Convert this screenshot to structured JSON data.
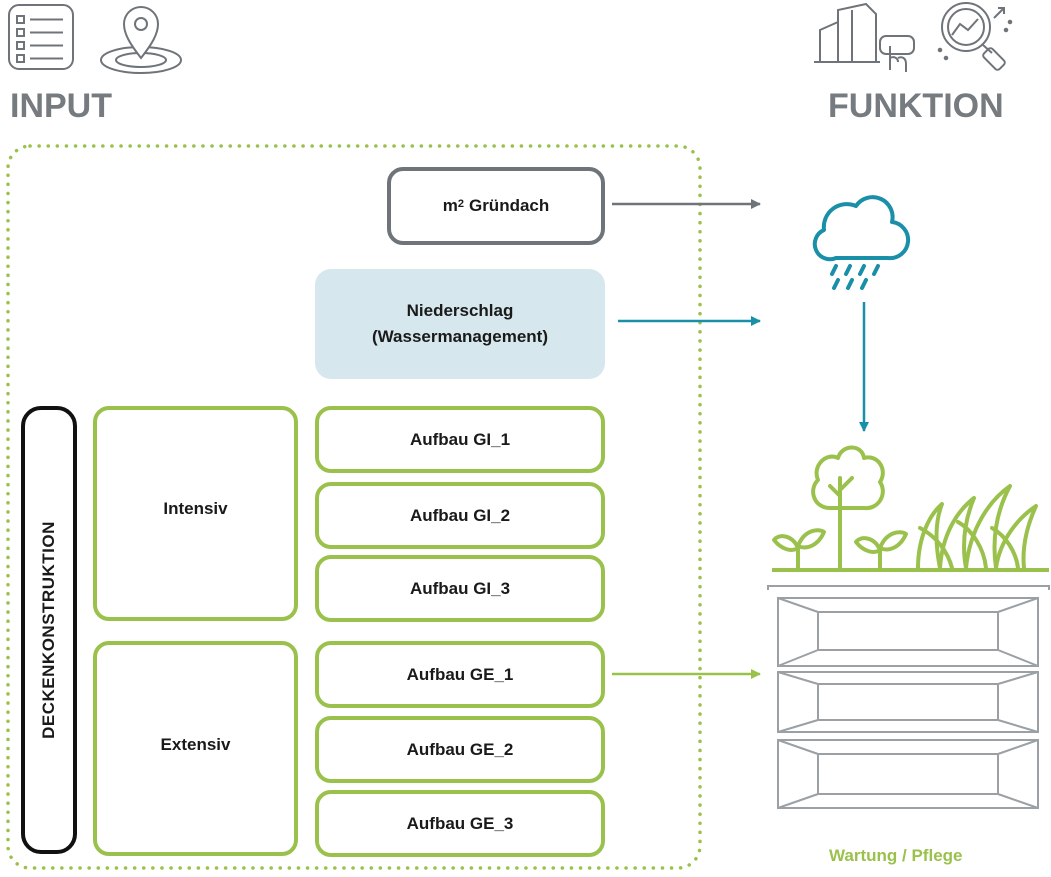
{
  "headings": {
    "input": "INPUT",
    "function": "FUNKTION"
  },
  "boxes": {
    "gruendach": {
      "unit": "m",
      "superscript": "2",
      "text": "Gründach"
    },
    "niederschlag": {
      "line1": "Niederschlag",
      "line2": "(Wassermanagement)"
    },
    "deckenkonstruktion": "DECKENKONSTRUKTION",
    "intensiv": "Intensiv",
    "extensiv": "Extensiv",
    "intensive_buildups": [
      "Aufbau GI_1",
      "Aufbau GI_2",
      "Aufbau GI_3"
    ],
    "extensive_buildups": [
      "Aufbau GE_1",
      "Aufbau GE_2",
      "Aufbau GE_3"
    ]
  },
  "captions": {
    "maintenance": "Wartung / Pflege"
  },
  "icons": {
    "input_icons": [
      "checklist-icon",
      "location-pin-icon"
    ],
    "function_icons": [
      "building-touch-icon",
      "analytics-magnifier-icon"
    ],
    "rain": "rain-cloud-icon",
    "vegetation": [
      "tree-icon",
      "sprout-icon",
      "grass-icon"
    ],
    "roof_layers": "roof-layers-icon"
  },
  "colors": {
    "green": "#9bc14d",
    "gray": "#6e7479",
    "blue": "#1a8fa8",
    "light_blue_fill": "#d6e7ee",
    "heading_gray": "#767b7f"
  }
}
